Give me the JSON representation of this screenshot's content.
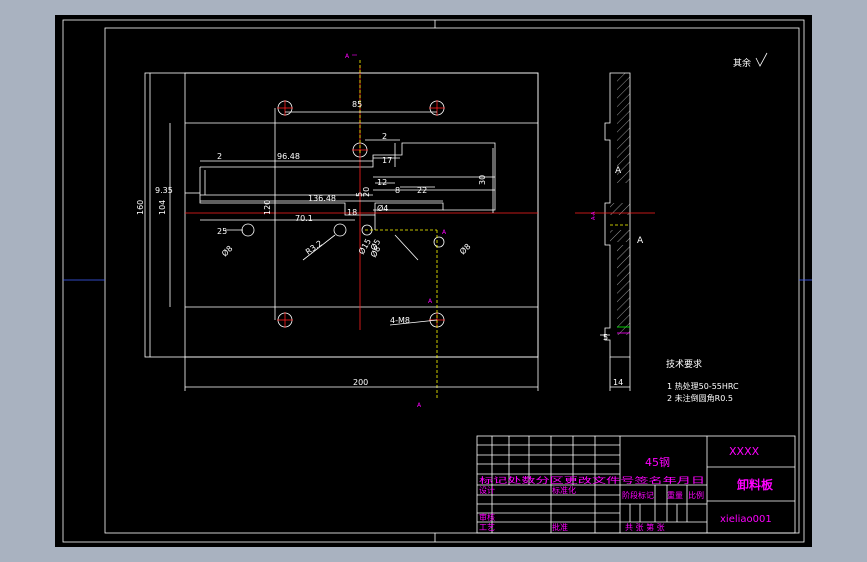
{
  "dimensions": {
    "d85": "85",
    "d2a": "2",
    "d2b": "2",
    "d96_48": "96.48",
    "d17": "17",
    "d12": "12",
    "d8": "8",
    "d22": "22",
    "d30": "30",
    "d136_48": "136.48",
    "d70_1": "70.1",
    "d18": "18",
    "d9_35": "9.35",
    "d160": "160",
    "d104": "104",
    "d120": "120",
    "d25": "25",
    "d5a": "5",
    "d20": "20",
    "d4_M8": "4-M8",
    "d200": "200",
    "dR3_2": "R3.2",
    "d14": "14",
    "d5b": "5",
    "phi8a": "Ø8",
    "phi8b": "Ø8",
    "phi8c": "Ø8",
    "phi15": "Ø15",
    "phi4": "Ø4",
    "phi5": "Ø5",
    "surface_note": "其余"
  },
  "tech": {
    "title": "技术要求",
    "item1": "1  热处理50-55HRC",
    "item2": "2  未注倒圆角R0.5"
  },
  "section_marks": {
    "a1": "A",
    "a2": "A",
    "side_label": "A-A"
  },
  "titleblock": {
    "material": "45钢",
    "company": "XXXX",
    "part_name": "卸料板",
    "drawing_no": "xieliao001",
    "row_headers": "标记处数分区更改文件号签名年月日",
    "design": "设计",
    "standardize": "标准化",
    "stage": "阶段标记",
    "weight": "重量",
    "scale": "比例",
    "review": "审核",
    "process": "工艺",
    "approve": "批准",
    "sheets": "共   张 第   张"
  }
}
